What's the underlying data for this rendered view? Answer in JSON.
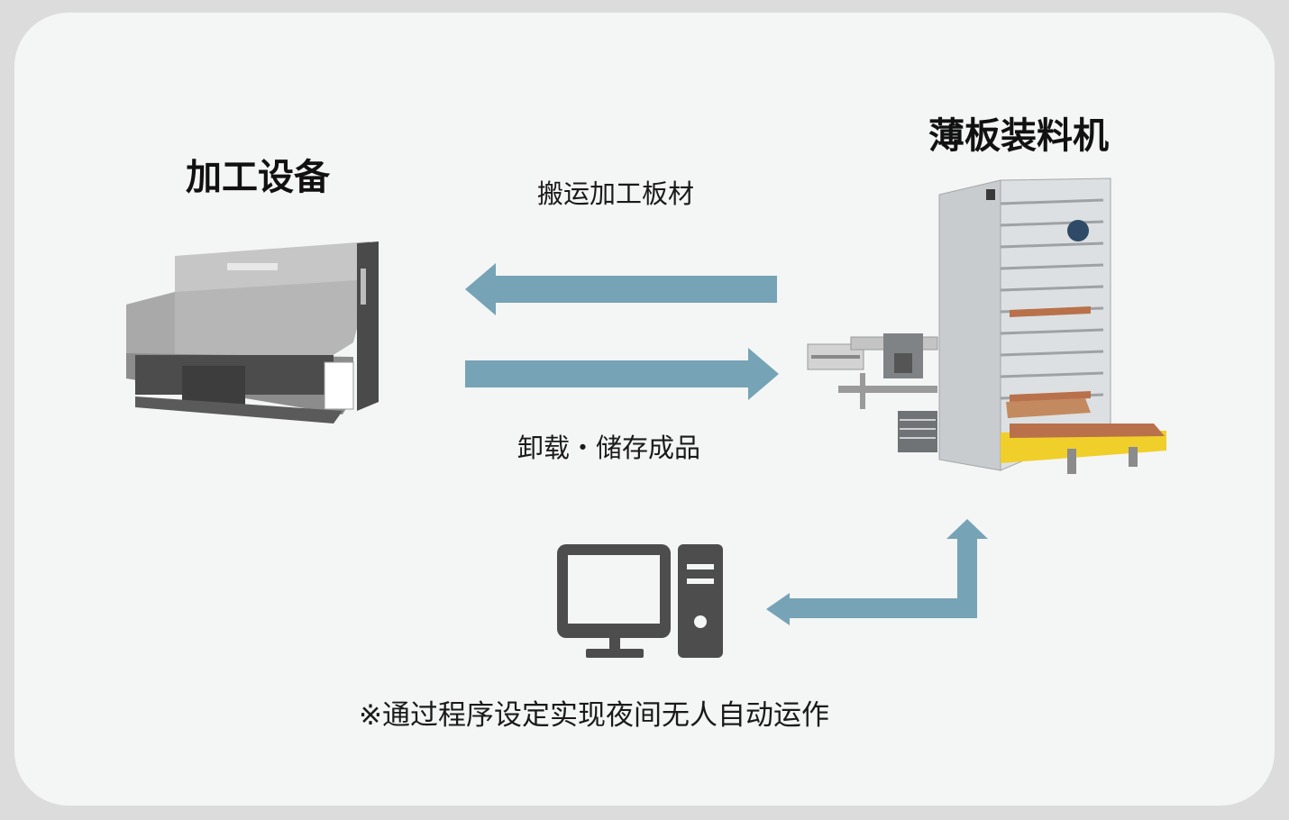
{
  "titles": {
    "processing_equipment": "加工设备",
    "sheet_loader": "薄板装料机"
  },
  "arrows": {
    "top_label": "搬运加工板材",
    "bottom_label": "卸载・储存成品",
    "color": "#76a3b6"
  },
  "footnote": "※通过程序设定实现夜间无人自动运作",
  "icons": {
    "processing_machine": "press-brake-machine-icon",
    "loader_machine": "sheet-tower-loader-icon",
    "computer": "desktop-computer-icon"
  }
}
